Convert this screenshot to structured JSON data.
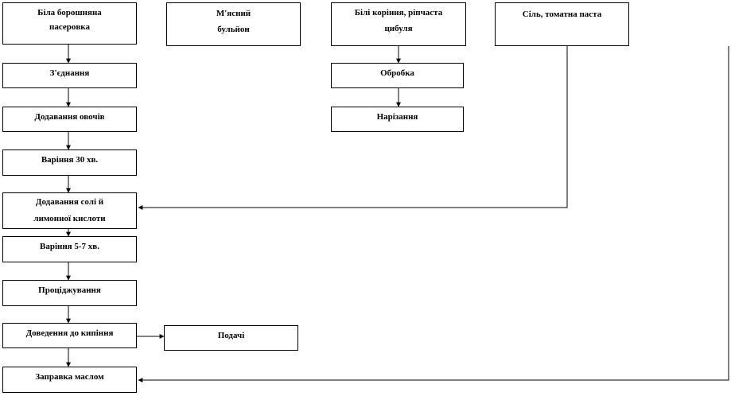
{
  "boxes": {
    "b1": {
      "line1": "Біла борошняна",
      "line2": "пасерoвка"
    },
    "b2": {
      "line1": "М'ясний",
      "line2": "бульйон"
    },
    "b3": {
      "line1": "Білі коріння, ріпчаста",
      "line2": "цибуля"
    },
    "b4": {
      "line1": "Сіль, томатна паста"
    },
    "c1": {
      "line1": "З'єднання"
    },
    "c2": {
      "line1": "Додавання овочів"
    },
    "c3": {
      "line1": "Варіння 30 хв."
    },
    "c4": {
      "line1": "Додавання солі й",
      "line2": "лимонної кислоти"
    },
    "c5": {
      "line1": "Варіння 5-7 хв."
    },
    "c6": {
      "line1": "Проціджування"
    },
    "c7": {
      "line1": "Доведення до кипіння"
    },
    "c8": {
      "line1": "Заправка маслом"
    },
    "p1": {
      "line1": "Обробка"
    },
    "p2": {
      "line1": "Нарізання"
    },
    "s1": {
      "line1": "Подачі"
    }
  }
}
